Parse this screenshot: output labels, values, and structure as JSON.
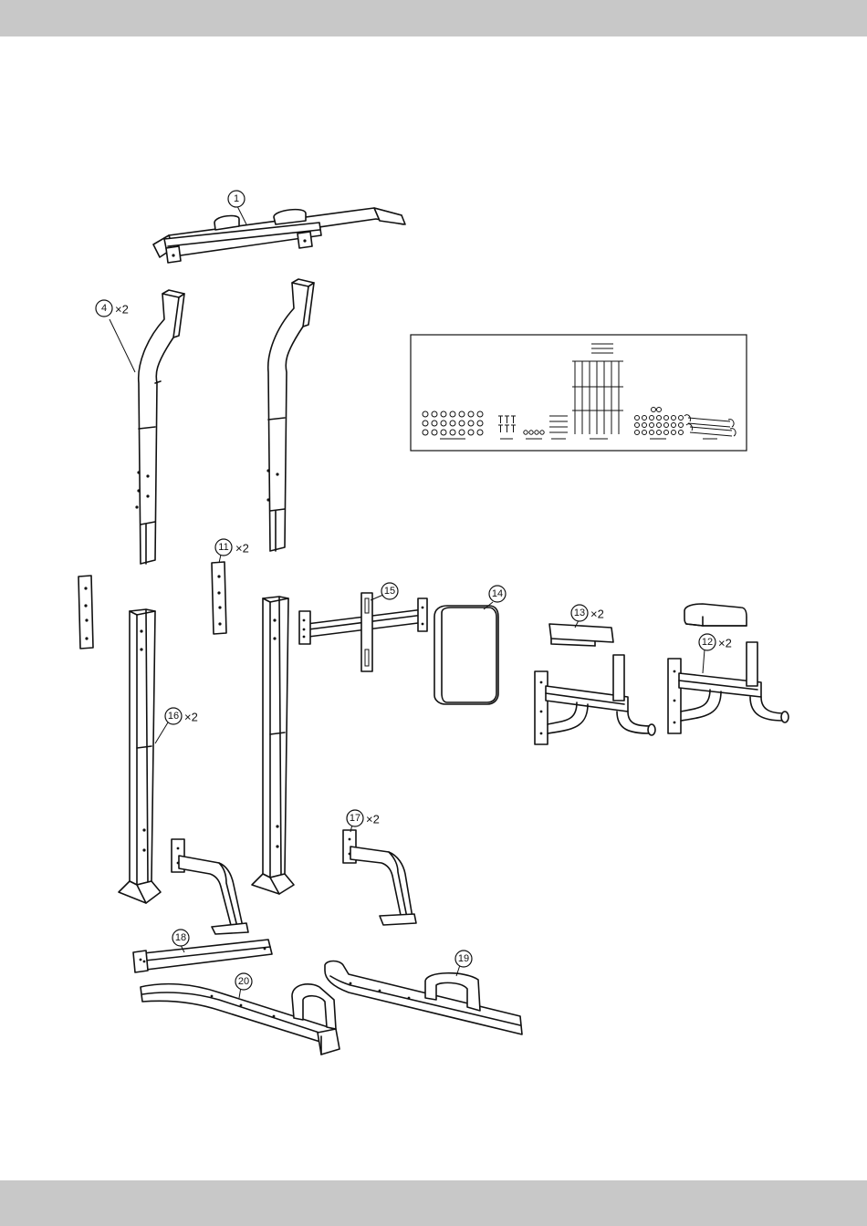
{
  "colors": {
    "band": "#c8c8c8",
    "ink": "#111111",
    "paper": "#ffffff"
  },
  "parts": [
    {
      "id": "1",
      "label": "1",
      "qty": ""
    },
    {
      "id": "4",
      "label": "4",
      "qty": "×2"
    },
    {
      "id": "11",
      "label": "11",
      "qty": "×2"
    },
    {
      "id": "12",
      "label": "12",
      "qty": "×2"
    },
    {
      "id": "13",
      "label": "13",
      "qty": "×2"
    },
    {
      "id": "14",
      "label": "14",
      "qty": ""
    },
    {
      "id": "15",
      "label": "15",
      "qty": ""
    },
    {
      "id": "16",
      "label": "16",
      "qty": "×2"
    },
    {
      "id": "17",
      "label": "17",
      "qty": "×2"
    },
    {
      "id": "18",
      "label": "18",
      "qty": ""
    },
    {
      "id": "19",
      "label": "19",
      "qty": ""
    },
    {
      "id": "20",
      "label": "20",
      "qty": ""
    }
  ],
  "hardware_box": {
    "icons": [
      "washer-icon",
      "bolt-icon",
      "nut-icon",
      "wrench-icon"
    ]
  }
}
